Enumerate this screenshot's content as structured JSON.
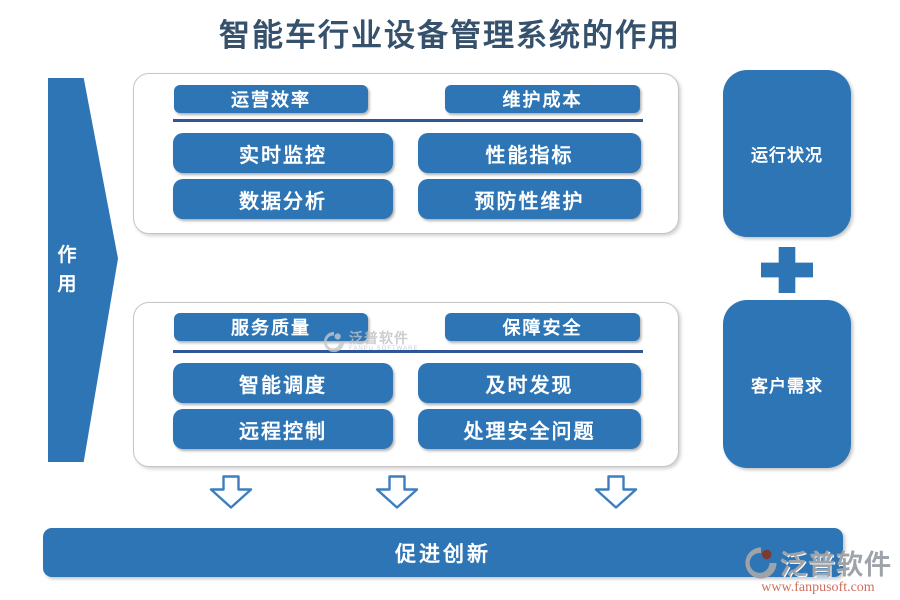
{
  "title": "智能车行业设备管理系统的作用",
  "left_arrow": {
    "label": "作用"
  },
  "panel_top": {
    "header_buttons": [
      "运营效率",
      "维护成本"
    ],
    "body_buttons": [
      "实时监控",
      "性能指标",
      "数据分析",
      "预防性维护"
    ]
  },
  "panel_bottom": {
    "header_buttons": [
      "服务质量",
      "保障安全"
    ],
    "body_buttons": [
      "智能调度",
      "及时发现",
      "远程控制",
      "处理安全问题"
    ]
  },
  "right_column": {
    "top_box": "运行状况",
    "bottom_box": "客户需求"
  },
  "bottom_bar": {
    "label": "促进创新"
  },
  "watermarks": {
    "center": {
      "brand": "泛普软件",
      "sub": "FANPU SOFTWARE"
    },
    "corner": {
      "brand": "泛普软件",
      "url": "www.fanpusoft.com"
    }
  },
  "colors": {
    "primary": "#2E75B6",
    "separator": "#2F5597",
    "title_text": "#35516B",
    "arrow_outline": "#3E7EC0"
  }
}
